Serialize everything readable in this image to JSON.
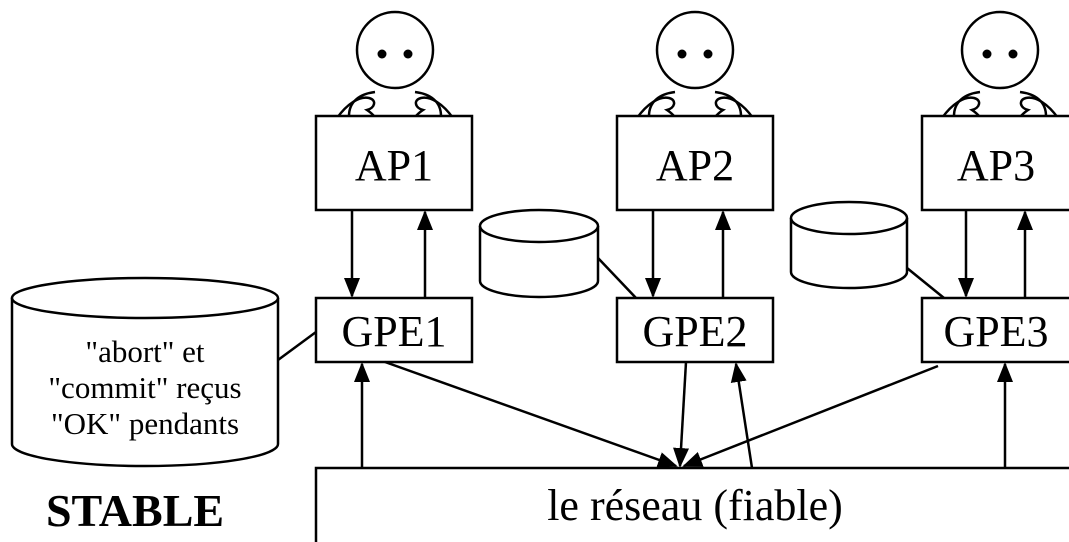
{
  "colors": {
    "ink": "#000000",
    "background": "#ffffff"
  },
  "processes": [
    {
      "ap": "AP1",
      "gpe": "GPE1",
      "user_icon": "user-icon"
    },
    {
      "ap": "AP2",
      "gpe": "GPE2",
      "user_icon": "user-icon"
    },
    {
      "ap": "AP3",
      "gpe": "GPE3",
      "user_icon": "user-icon"
    }
  ],
  "network": {
    "label": "le réseau (fiable)"
  },
  "stable_storage": {
    "lines": [
      "\"abort\" et",
      "\"commit\" reçus",
      "\"OK\" pendants"
    ],
    "caption": "STABLE"
  }
}
